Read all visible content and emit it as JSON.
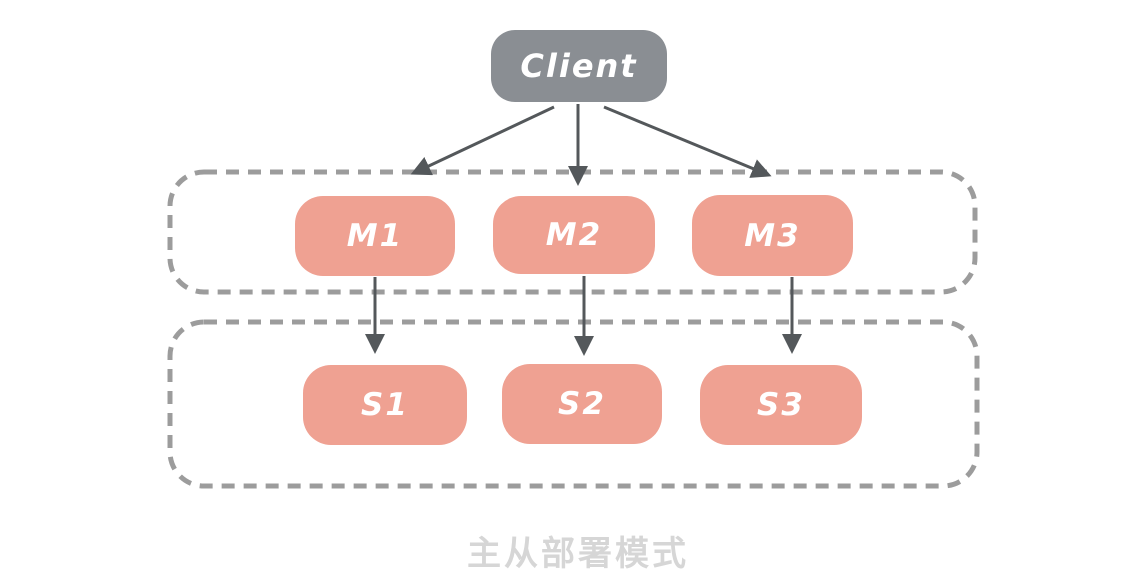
{
  "diagram": {
    "caption": "主从部署模式",
    "client": {
      "label": "Client"
    },
    "masters": [
      {
        "label": "M1"
      },
      {
        "label": "M2"
      },
      {
        "label": "M3"
      }
    ],
    "slaves": [
      {
        "label": "S1"
      },
      {
        "label": "S2"
      },
      {
        "label": "S3"
      }
    ],
    "connections": [
      {
        "from": "Client",
        "to": "M1"
      },
      {
        "from": "Client",
        "to": "M2"
      },
      {
        "from": "Client",
        "to": "M3"
      },
      {
        "from": "M1",
        "to": "S1"
      },
      {
        "from": "M2",
        "to": "S2"
      },
      {
        "from": "M3",
        "to": "S3"
      }
    ],
    "colors": {
      "background": "#ffffff",
      "client_fill": "#8a8e93",
      "node_fill": "#efa192",
      "node_text": "#ffffff",
      "arrow": "#54585b",
      "group_dash": "#9c9c9c",
      "caption_text": "#d6d6d6"
    }
  }
}
